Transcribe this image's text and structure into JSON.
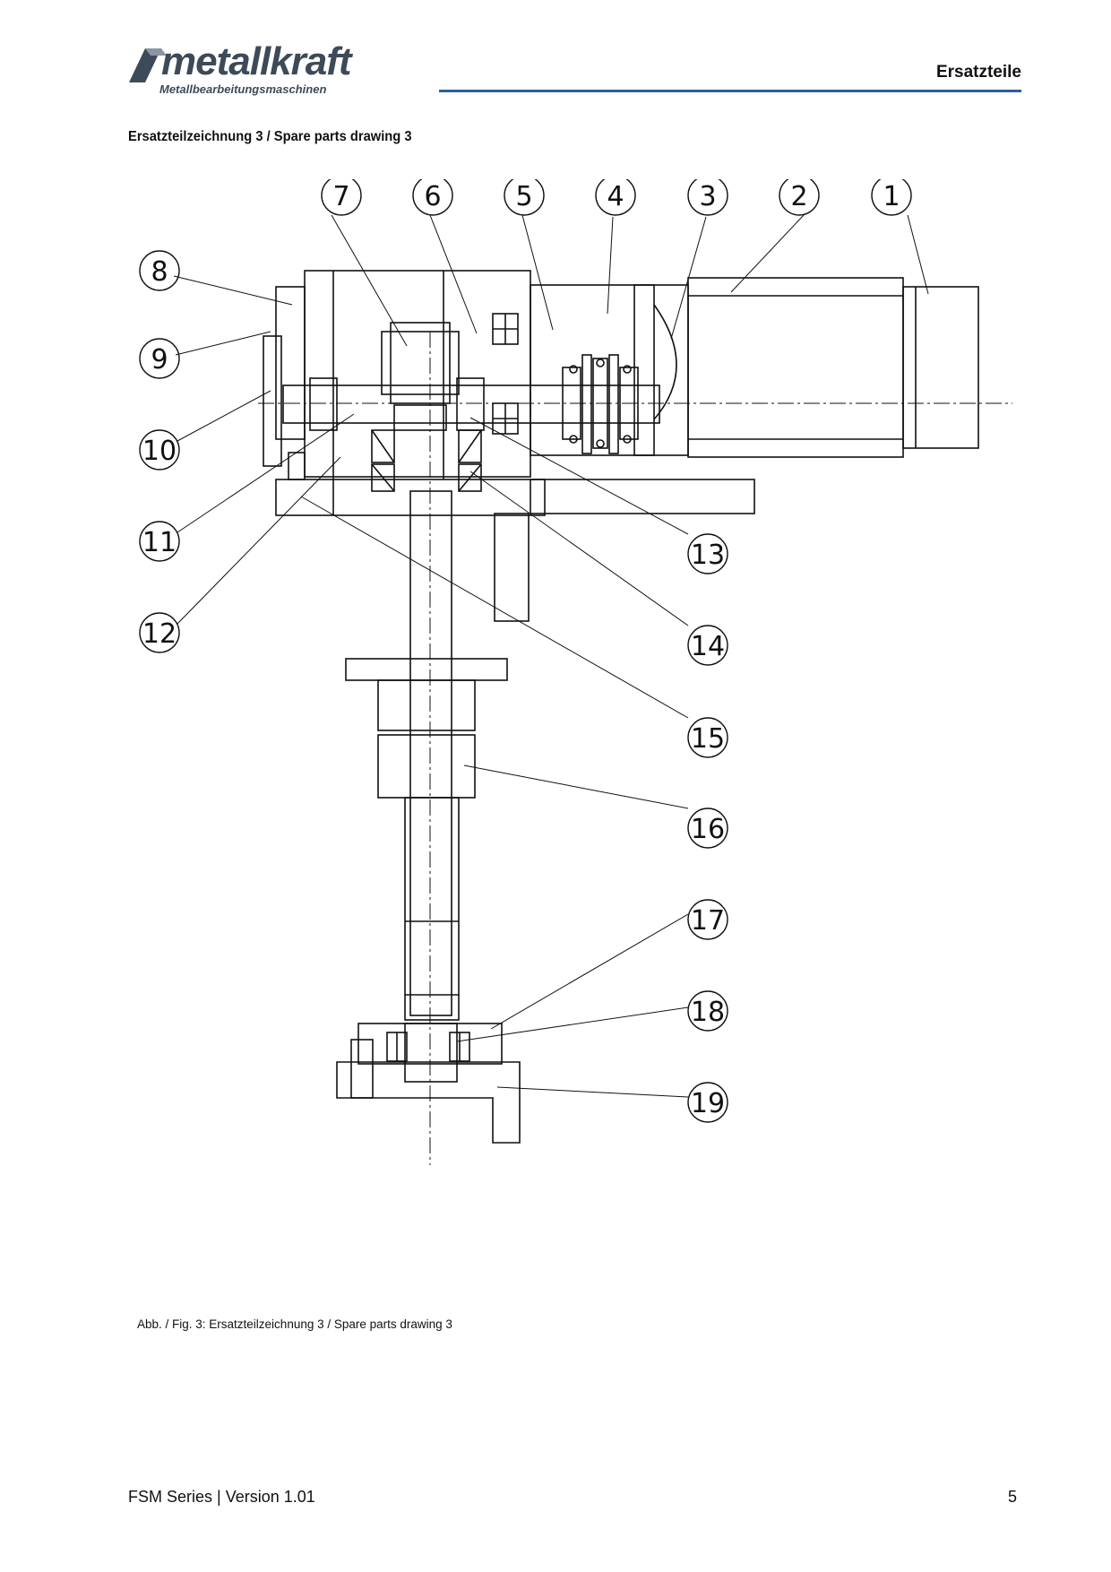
{
  "brand": {
    "name": "metallkraft",
    "tagline": "Metallbearbeitungsmaschinen",
    "color": "#3d4a58"
  },
  "header": {
    "section": "Ersatzteile",
    "rule_color": "#2f5e9e"
  },
  "page_heading": "Ersatzteilzeichnung 3 / Spare parts drawing 3",
  "drawing": {
    "callouts": [
      "1",
      "2",
      "3",
      "4",
      "5",
      "6",
      "7",
      "8",
      "9",
      "10",
      "11",
      "12",
      "13",
      "14",
      "15",
      "16",
      "17",
      "18",
      "19"
    ]
  },
  "caption": "Abb. / Fig. 3: Ersatzteilzeichnung 3 / Spare parts drawing 3",
  "footer": {
    "left": "FSM Series | Version 1.01",
    "right": "5"
  }
}
